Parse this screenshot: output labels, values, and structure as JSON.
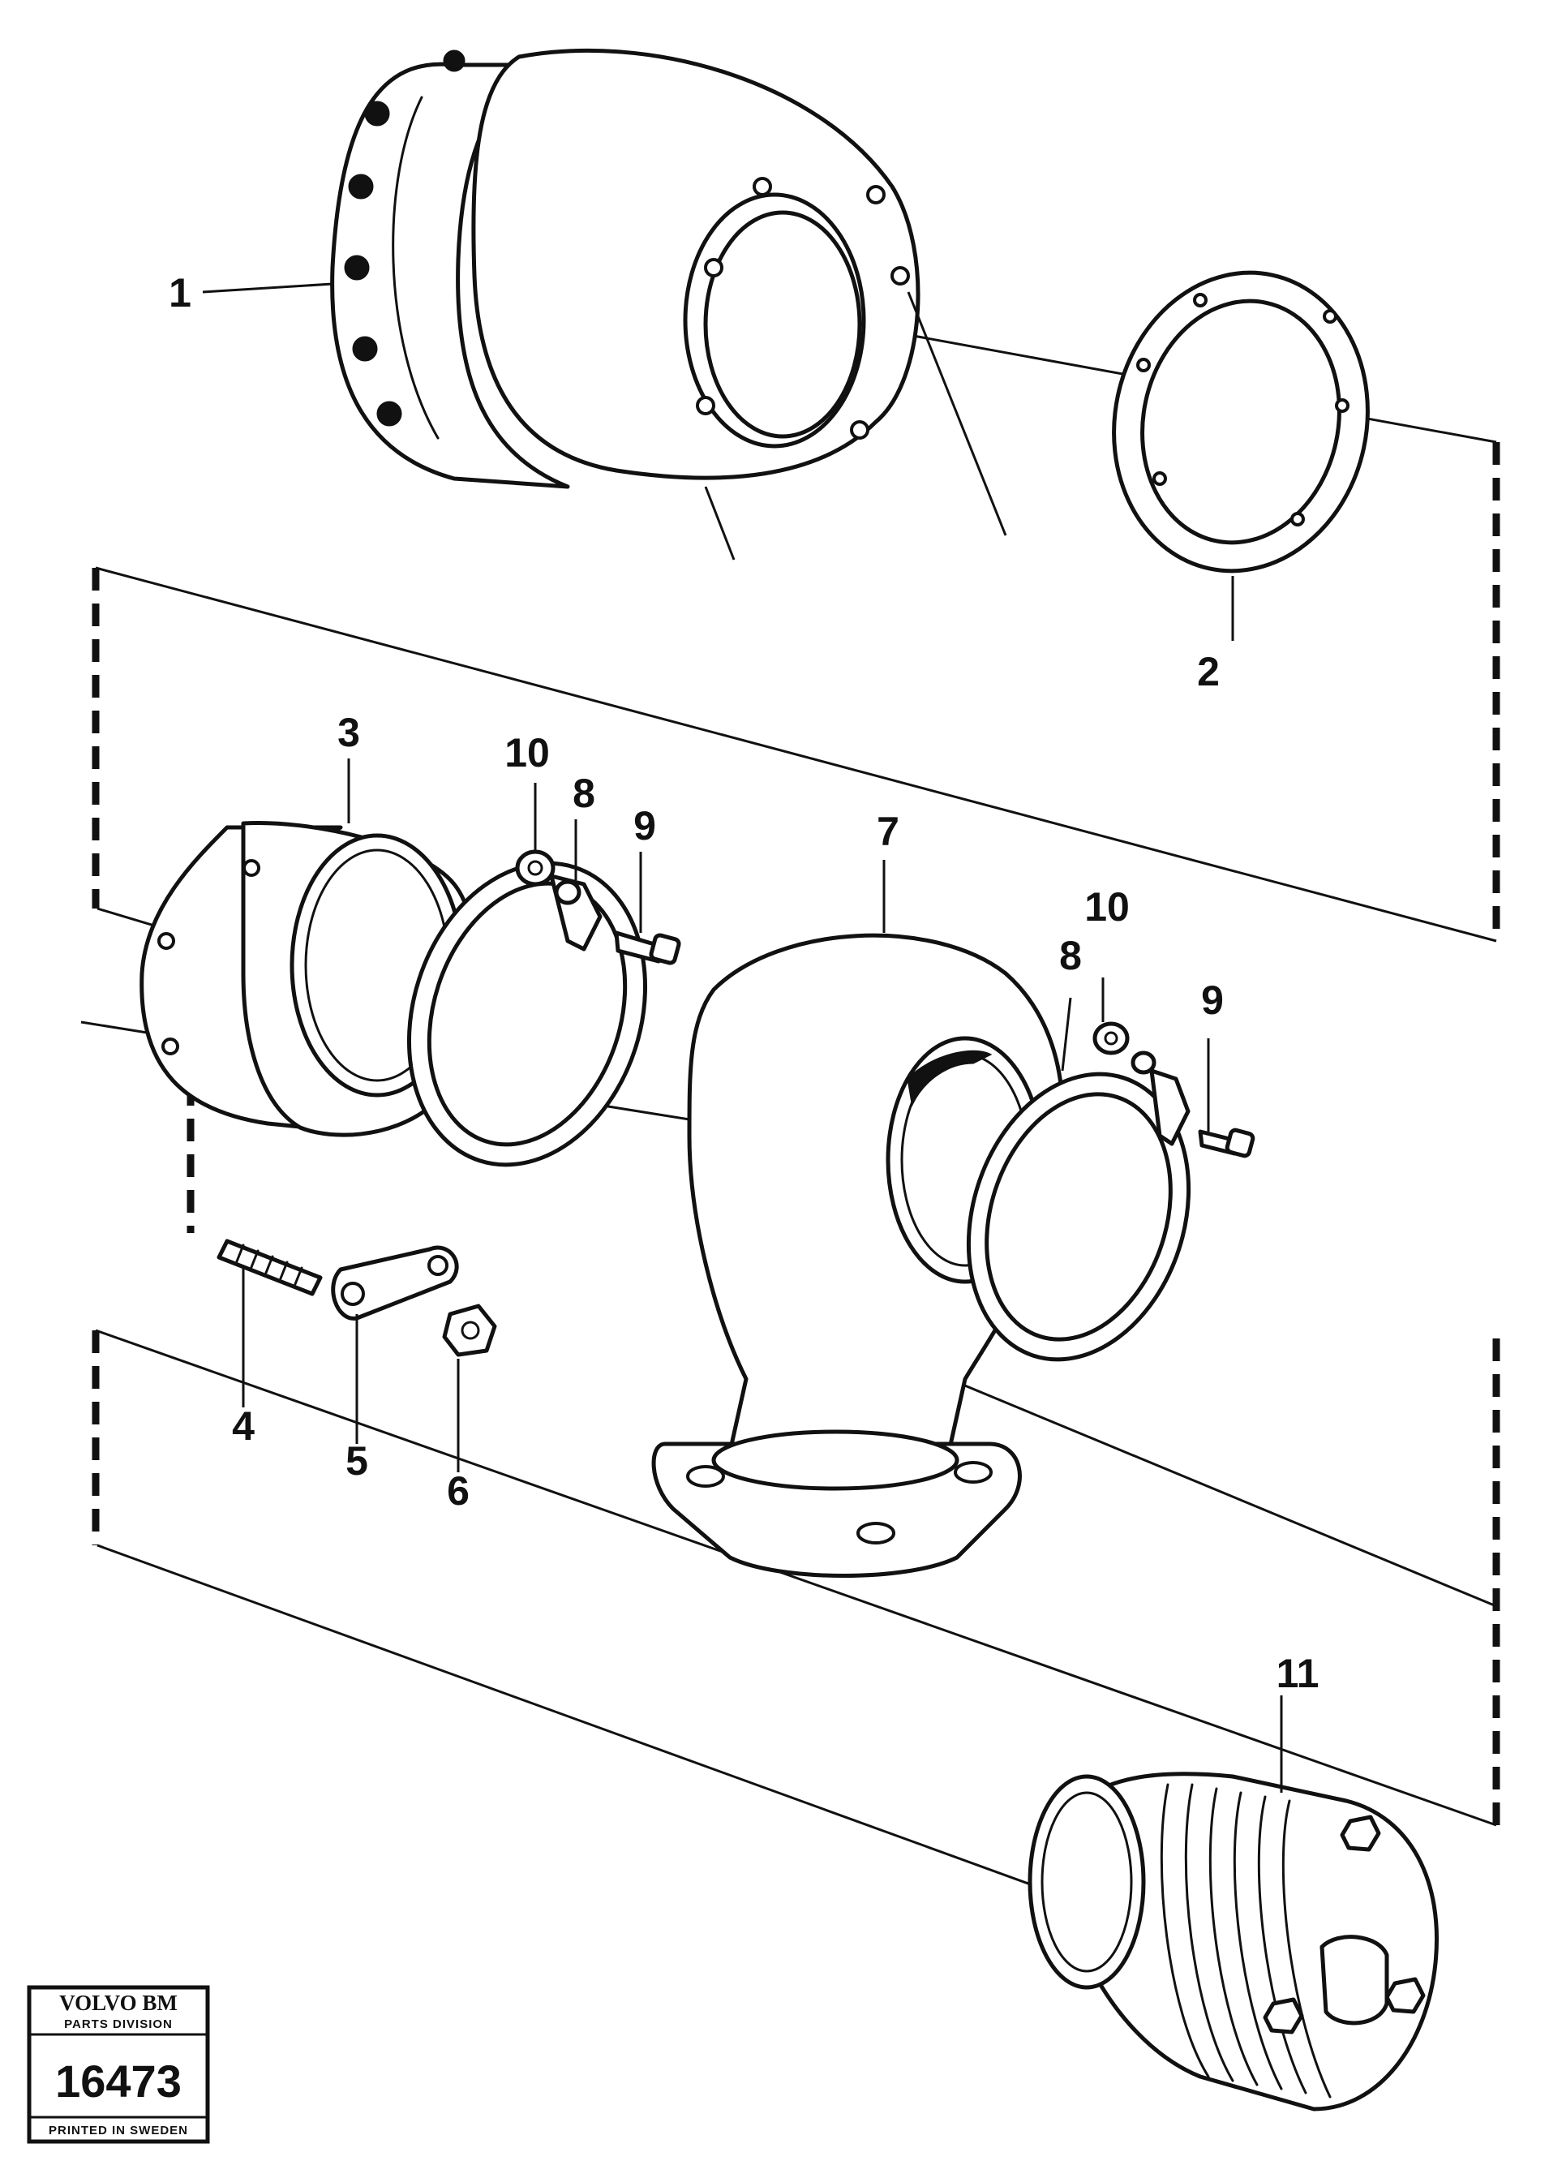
{
  "callouts": {
    "p1": "1",
    "p2": "2",
    "p3": "3",
    "p4": "4",
    "p5": "5",
    "p6": "6",
    "p7": "7",
    "p8a": "8",
    "p8b": "8",
    "p9a": "9",
    "p9b": "9",
    "p10a": "10",
    "p10b": "10",
    "p11": "11"
  },
  "stamp": {
    "brand": "VOLVO BM",
    "division": "PARTS DIVISION",
    "number": "16473",
    "printed": "PRINTED IN SWEDEN"
  }
}
